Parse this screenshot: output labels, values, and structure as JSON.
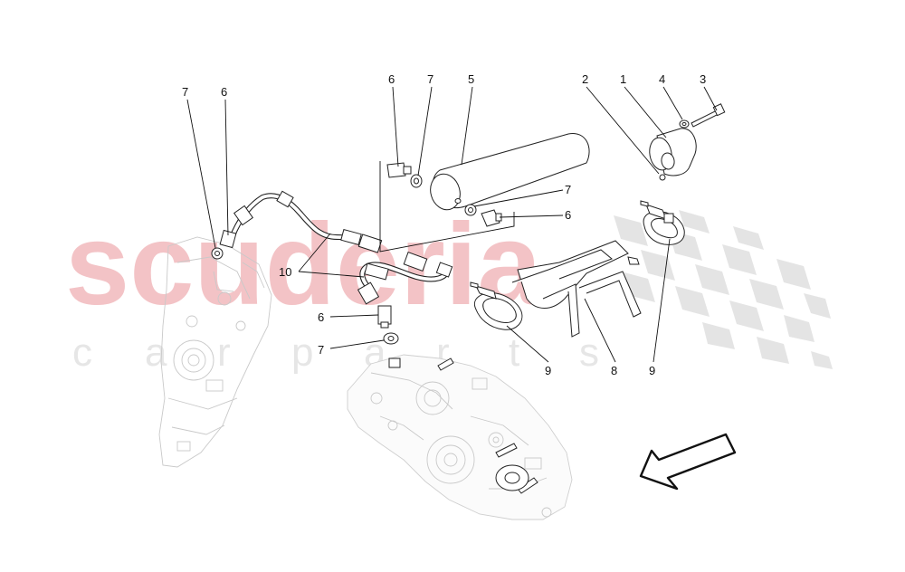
{
  "watermark": {
    "brand": "scuderia",
    "subtitle_letters": [
      "c",
      "a",
      "r",
      "p",
      "a",
      "r",
      "t",
      "s"
    ],
    "brand_color": "#f3c3c6",
    "subtitle_color": "#e6e6e6",
    "checker_color": "#dcdcdc"
  },
  "callouts": {
    "c7_left": "7",
    "c6_left": "6",
    "c6_top": "6",
    "c7_top": "7",
    "c5": "5",
    "c2": "2",
    "c1": "1",
    "c4": "4",
    "c3": "3",
    "c7_right": "7",
    "c6_right": "6",
    "c10": "10",
    "c6_lower": "6",
    "c7_lower": "7",
    "c9_left": "9",
    "c8": "8",
    "c9_right": "9"
  },
  "icons": {
    "direction_arrow": "direction-arrow-icon"
  }
}
